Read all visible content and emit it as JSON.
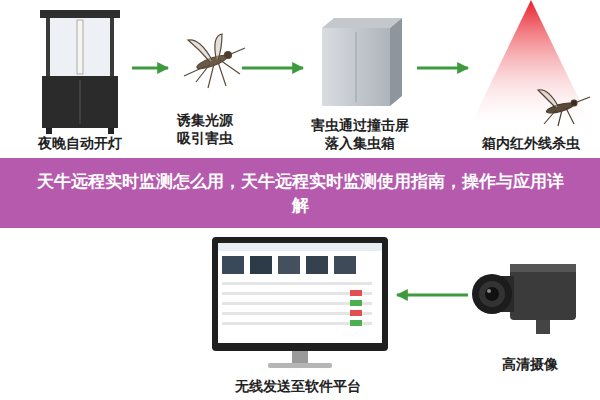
{
  "diagram": {
    "title": "天牛远程实时监测怎么用，天牛远程实时监测使用指南，操作与应用详解",
    "nodes": [
      {
        "text": [
          "夜晚自动开灯"
        ]
      },
      {
        "text": [
          "诱集光源 吸引害虫"
        ]
      },
      {
        "text": [
          "害虫通过撞击屏 落入集虫箱"
        ]
      },
      {
        "text": [
          "箱内红外线杀虫"
        ]
      },
      {
        "text": [
          "高清摄像"
        ]
      },
      {
        "text": [
          "无线发送至软件平台"
        ]
      }
    ],
    "edges": [
      {
        "from": 0,
        "to": 1,
        "arrow": "to"
      },
      {
        "from": 1,
        "to": 2,
        "arrow": "to"
      },
      {
        "from": 2,
        "to": 3,
        "arrow": "to"
      },
      {
        "from": 4,
        "to": 5,
        "arrow": "to"
      }
    ]
  }
}
